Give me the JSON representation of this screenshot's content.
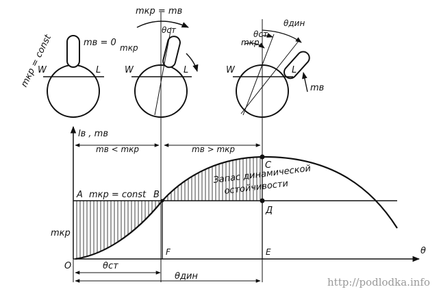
{
  "ships": [
    {
      "moment_label": "mкр = const",
      "heel_label": "mв = 0",
      "wl_left": "W",
      "wl_right": "L"
    },
    {
      "top_label": "mкр = mв",
      "theta_label": "θст",
      "moment_label": "mкр",
      "wl_left": "W",
      "wl_right": "L"
    },
    {
      "theta_label": "θст",
      "theta2_label": "θдин",
      "moment_label": "mкр",
      "restoring_label": "mв",
      "wl_left": "W",
      "wl_right": "L"
    }
  ],
  "graph": {
    "y_axis_label": "lв , mв",
    "x_axis_label": "θ",
    "zone_left_label": "mв < mкр",
    "zone_right_label": "mв > mкр",
    "const_label": "mкр = const",
    "mkr_label": "mкр",
    "reserve_line1": "Запас динамической",
    "reserve_line2": "остойчивости",
    "theta_st_label": "θст",
    "theta_din_label": "θдин",
    "points": {
      "A": "A",
      "B": "B",
      "C": "C",
      "D": "Д",
      "E": "E",
      "F": "F",
      "O": "O"
    }
  },
  "watermark": "http://podlodka.info"
}
